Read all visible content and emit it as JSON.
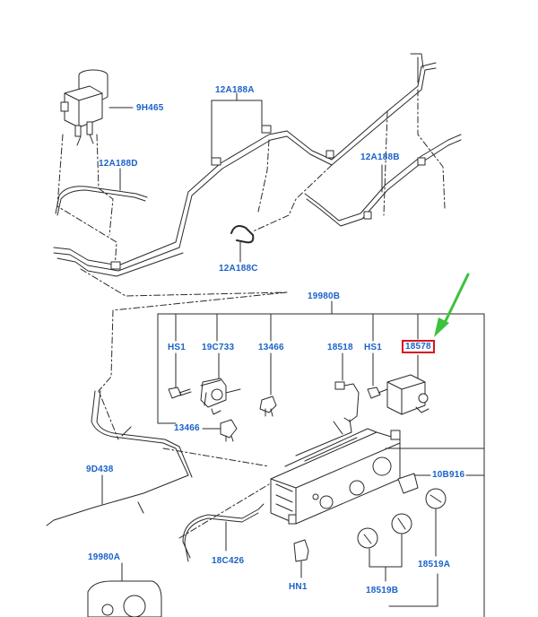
{
  "labels": {
    "9H465": "9H465",
    "12A188A": "12A188A",
    "12A188D": "12A188D",
    "12A188B": "12A188B",
    "12A188C": "12A188C",
    "19980B": "19980B",
    "HS1_a": "HS1",
    "19C733": "19C733",
    "13466_a": "13466",
    "18518": "18518",
    "HS1_b": "HS1",
    "18578": "18578",
    "13466_b": "13466",
    "9D438": "9D438",
    "10B916": "10B916",
    "19980A": "19980A",
    "18C426": "18C426",
    "HN1": "HN1",
    "18519A": "18519A",
    "18519B": "18519B"
  },
  "colors": {
    "label": "#1a62c9",
    "highlight": "#d8141c",
    "arrow": "#3cc23c",
    "line": "#2a2a2a"
  }
}
